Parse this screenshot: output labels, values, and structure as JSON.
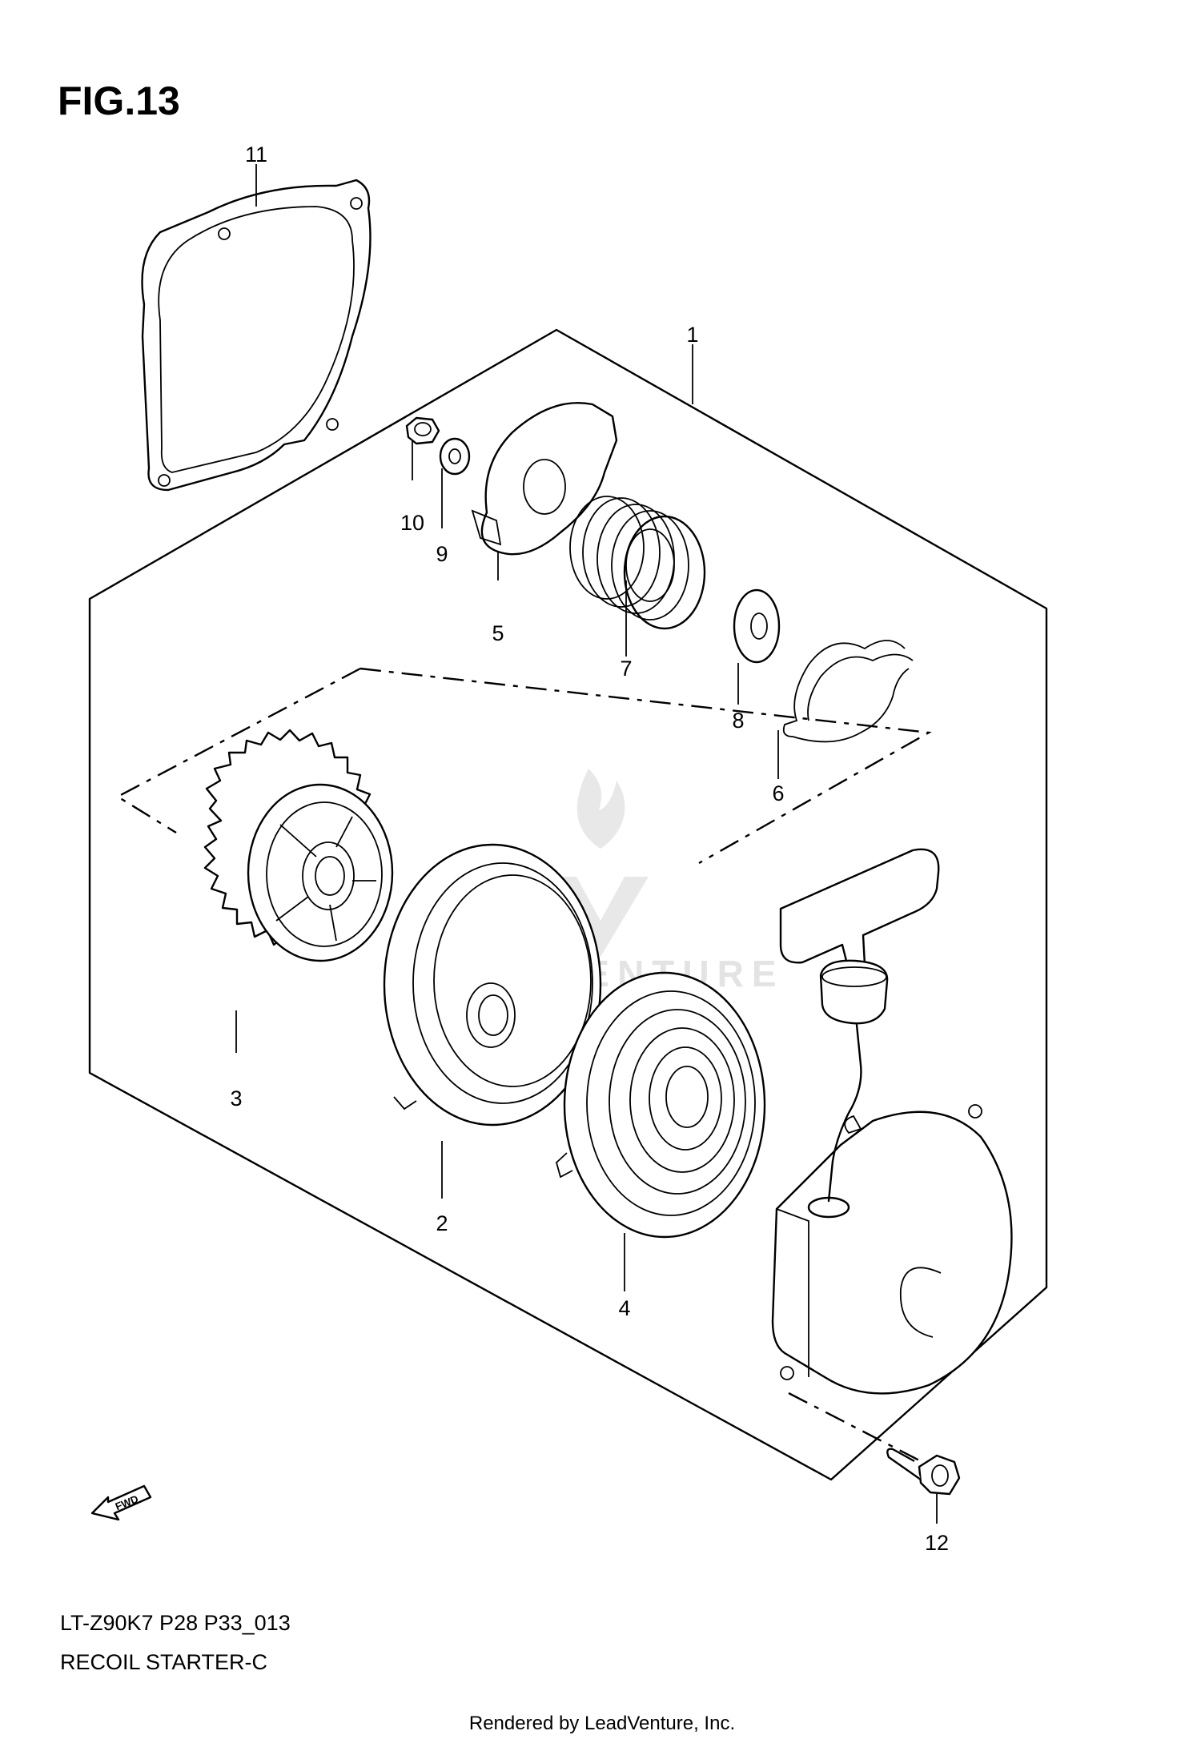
{
  "figure": {
    "title": "FIG.13"
  },
  "model_code": "LT-Z90K7 P28 P33_013",
  "section_name": "RECOIL STARTER-C",
  "watermark": "LEADVENTURE",
  "footer": "Rendered by LeadVenture, Inc.",
  "direction_badge": "FWD",
  "callouts": [
    "11",
    "1",
    "10",
    "9",
    "5",
    "7",
    "8",
    "6",
    "3",
    "2",
    "4",
    "12"
  ],
  "colors": {
    "line": "#000000",
    "background": "#ffffff",
    "watermark": "#e3e3e3"
  }
}
